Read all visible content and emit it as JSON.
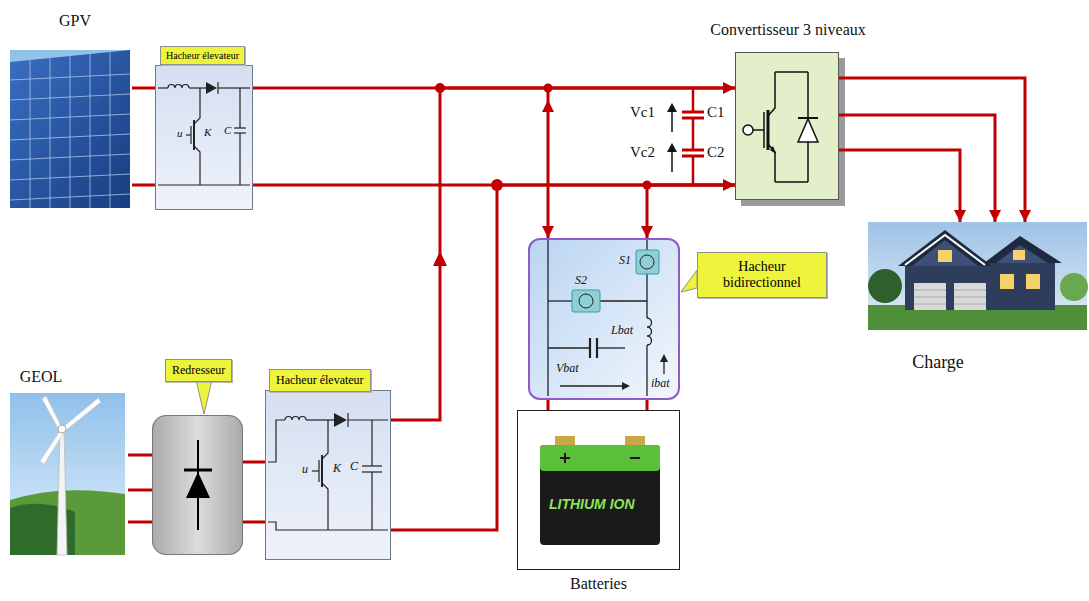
{
  "diagram": {
    "nodes": [
      {
        "text": [
          "GPV"
        ]
      },
      {
        "text": [
          "Hacheur élevateur"
        ]
      },
      {
        "text": [
          "Convertisseur 3 niveaux"
        ]
      },
      {
        "text": [
          "Charge"
        ]
      },
      {
        "text": [
          "GEOL"
        ]
      },
      {
        "text": [
          "Redresseur"
        ]
      },
      {
        "text": [
          "Hacheur élevateur"
        ]
      },
      {
        "text": [
          "Hacheur bidirectionnel"
        ]
      },
      {
        "text": [
          "Batteries"
        ]
      }
    ],
    "edges": [
      {
        "from": 0,
        "to": 1,
        "arrow": "none"
      },
      {
        "from": 1,
        "to": 2,
        "arrow": "none"
      },
      {
        "from": 2,
        "to": 3,
        "arrow": "to"
      },
      {
        "from": 2,
        "to": 3,
        "arrow": "to"
      },
      {
        "from": 2,
        "to": 3,
        "arrow": "to"
      },
      {
        "from": 4,
        "to": 5,
        "arrow": "none"
      },
      {
        "from": 4,
        "to": 5,
        "arrow": "none"
      },
      {
        "from": 4,
        "to": 5,
        "arrow": "none"
      },
      {
        "from": 5,
        "to": 6,
        "arrow": "none"
      },
      {
        "from": 6,
        "to": 2,
        "arrow": "to"
      },
      {
        "from": 2,
        "to": 7,
        "arrow": "both"
      },
      {
        "from": 7,
        "to": 8,
        "arrow": "none"
      }
    ],
    "labels": [
      "Vc1",
      "C1",
      "Vc2",
      "C2",
      "u",
      "K",
      "C",
      "u",
      "K",
      "C",
      "S1",
      "S2",
      "Lbat",
      "Vbat",
      "ibat",
      "LITHIUM ION"
    ]
  }
}
